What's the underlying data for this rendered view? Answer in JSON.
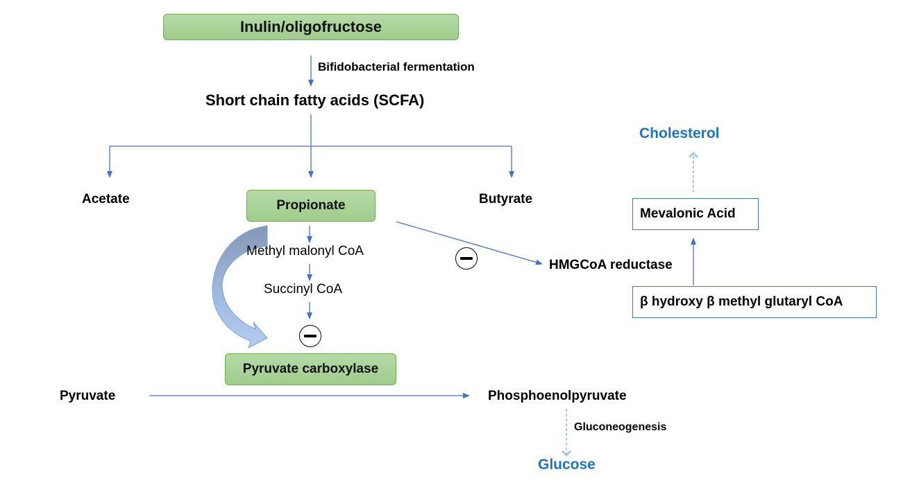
{
  "nodes": {
    "inulin": "Inulin/oligofructose",
    "scfa": "Short chain fatty acids (SCFA)",
    "acetate": "Acetate",
    "propionate": "Propionate",
    "butyrate": "Butyrate",
    "methyl_malonyl": "Methyl malonyl CoA",
    "succinyl": "Succinyl CoA",
    "pyruvate_carboxylase": "Pyruvate carboxylase",
    "pyruvate": "Pyruvate",
    "pep": "Phosphoenolpyruvate",
    "glucose": "Glucose",
    "hmgcoa_reductase": "HMGCoA reductase",
    "hmg_coa": "β hydroxy β methyl glutaryl CoA",
    "mevalonic_acid": "Mevalonic Acid",
    "cholesterol": "Cholesterol"
  },
  "edge_labels": {
    "fermentation": "Bifidobacterial fermentation",
    "gluconeogenesis": "Gluconeogenesis"
  },
  "inhibitions": [
    {
      "from": "propionate",
      "target": "hmgcoa_reductase",
      "symbol": "minus-circle"
    },
    {
      "from": "succinyl",
      "target": "pyruvate_carboxylase",
      "symbol": "minus-circle"
    }
  ],
  "colors": {
    "arrow": "#4472c4",
    "green_fill": "#a9d18e",
    "green_border": "#70ad47",
    "outcome_text": "#1f73c0"
  }
}
